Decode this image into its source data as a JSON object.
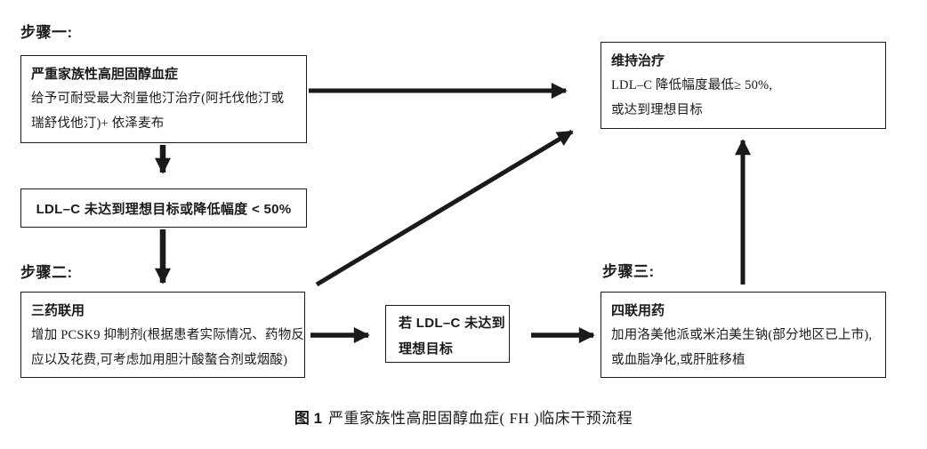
{
  "page": {
    "background": "#ffffff",
    "ink": "#1a1a1a"
  },
  "labels": {
    "step1": "步骤一:",
    "step2": "步骤二:",
    "step3": "步骤三:"
  },
  "boxes": {
    "initial": {
      "title": "严重家族性高胆固醇血症",
      "lines": [
        "给予可耐受最大剂量他汀治疗(阿托伐他汀或",
        "瑞舒伐他汀)+ 依泽麦布"
      ]
    },
    "ldl_check": {
      "text": "LDL–C 未达到理想目标或降低幅度 < 50%"
    },
    "triple": {
      "title": "三药联用",
      "lines": [
        "增加 PCSK9 抑制剂(根据患者实际情况、药物反",
        "应以及花费,可考虑加用胆汁酸螯合剂或烟酸)"
      ]
    },
    "if_not_reached": {
      "lines": [
        "若 LDL–C 未达到",
        "理想目标"
      ]
    },
    "quadruple": {
      "title": "四联用药",
      "lines": [
        "加用洛美他派或米泊美生钠(部分地区已上市),",
        "或血脂净化,或肝脏移植"
      ]
    },
    "maintenance": {
      "title": "维持治疗",
      "lines": [
        "LDL–C 降低幅度最低≥ 50%,",
        "或达到理想目标"
      ]
    }
  },
  "caption": {
    "number": "图 1",
    "text": "严重家族性高胆固醇血症( FH )临床干预流程"
  }
}
